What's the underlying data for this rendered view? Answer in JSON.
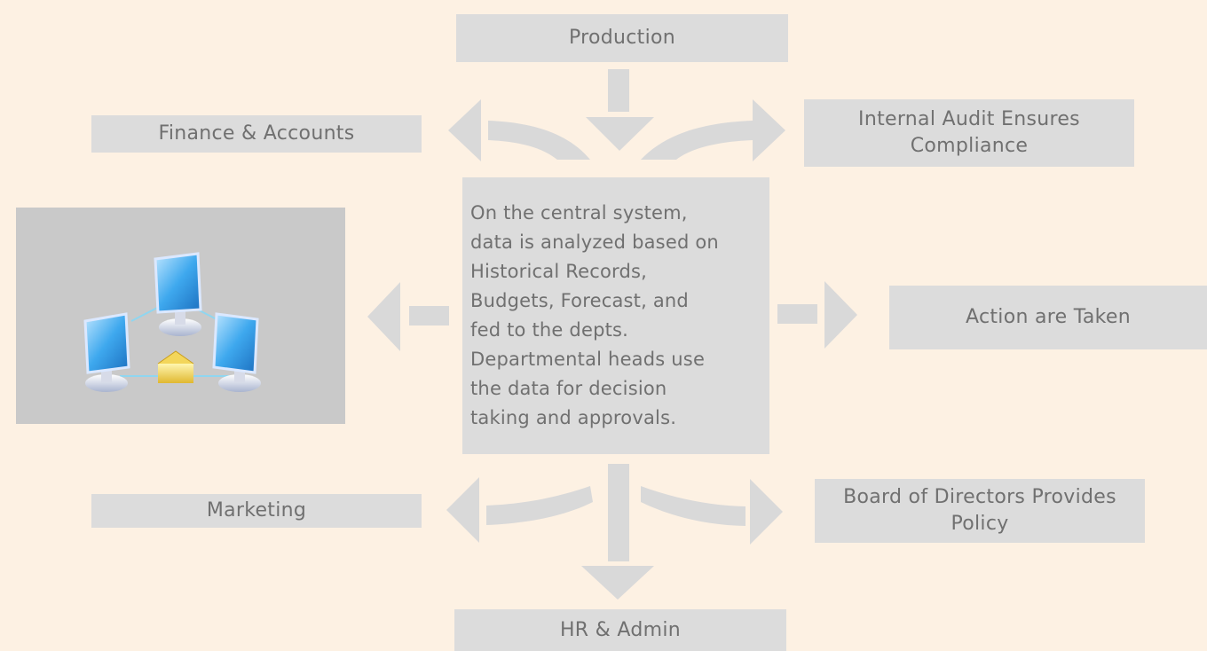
{
  "nodes": {
    "production": "Production",
    "finance": "Finance & Accounts",
    "audit": "Internal Audit Ensures Compliance",
    "central": "On the central system,\ndata is analyzed based on\nHistorical Records,\nBudgets, Forecast, and\nfed to the depts.\nDepartmental heads use\nthe data for decision\ntaking and approvals.",
    "action": "Action are Taken",
    "marketing": "Marketing",
    "board": "Board of Directors Provides Policy",
    "hr": "HR & Admin"
  },
  "image": {
    "icon": "computer-network-icon"
  },
  "colors": {
    "background": "#fdf1e3",
    "box": "#dcdcdc",
    "arrow": "#d8d8d8",
    "text": "#707070"
  }
}
